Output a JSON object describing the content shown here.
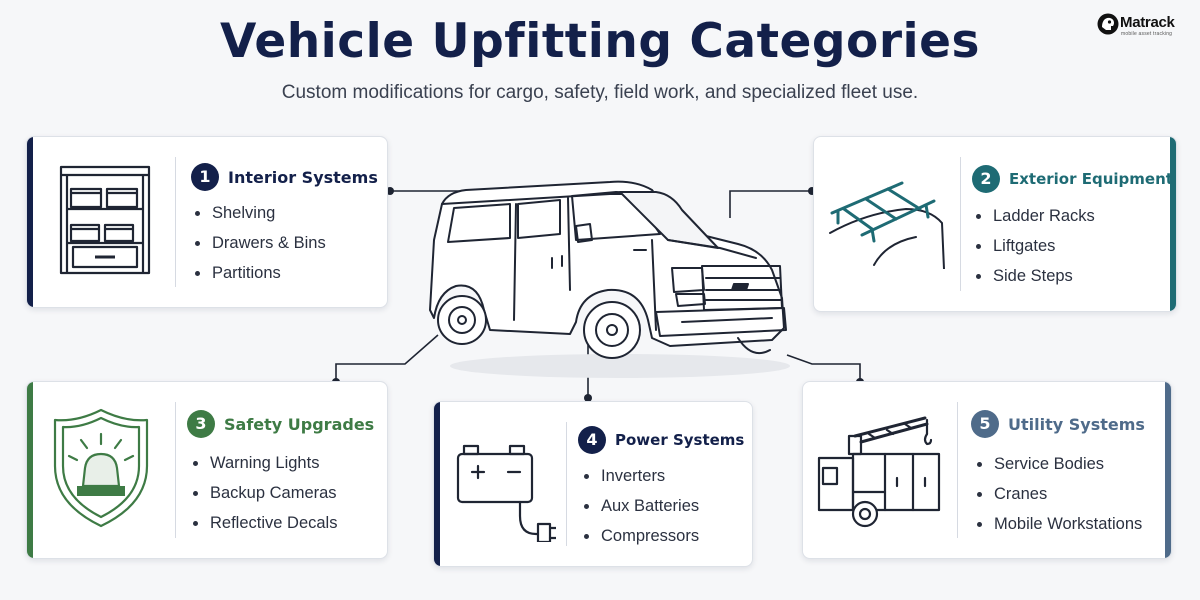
{
  "header": {
    "title": "Vehicle Upfitting Categories",
    "subtitle": "Custom modifications for cargo, safety, field work, and specialized fleet use."
  },
  "logo": {
    "name": "Matrack",
    "tagline": "mobile asset tracking"
  },
  "categories": [
    {
      "number": "1",
      "title": "Interior Systems",
      "icon": "shelving-icon",
      "color": "#13204a",
      "items": [
        "Shelving",
        "Drawers & Bins",
        "Partitions"
      ]
    },
    {
      "number": "2",
      "title": "Exterior Equipment",
      "icon": "ladder-rack-icon",
      "color": "#1e6b74",
      "items": [
        "Ladder Racks",
        "Liftgates",
        "Side Steps"
      ]
    },
    {
      "number": "3",
      "title": "Safety Upgrades",
      "icon": "warning-light-shield-icon",
      "color": "#3e7b45",
      "items": [
        "Warning Lights",
        "Backup Cameras",
        "Reflective Decals"
      ]
    },
    {
      "number": "4",
      "title": "Power Systems",
      "icon": "battery-plug-icon",
      "color": "#13204a",
      "items": [
        "Inverters",
        "Aux Batteries",
        "Compressors"
      ]
    },
    {
      "number": "5",
      "title": "Utility Systems",
      "icon": "crane-truck-icon",
      "color": "#4f6b8a",
      "items": [
        "Service Bodies",
        "Cranes",
        "Mobile Workstations"
      ]
    }
  ]
}
